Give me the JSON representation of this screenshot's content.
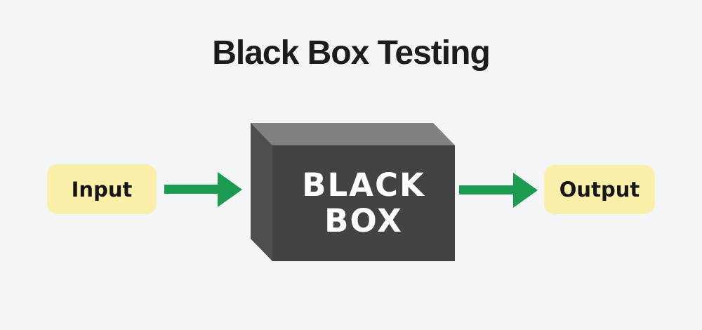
{
  "title": "Black Box Testing",
  "diagram": {
    "input_label": "Input",
    "output_label": "Output",
    "box_label_line1": "BLACK",
    "box_label_line2": "BOX"
  },
  "icons": {
    "left_arrow": "right-arrow-icon",
    "right_arrow": "right-arrow-icon"
  },
  "colors": {
    "background": "#f3f5f6",
    "label_bg": "#faf0aa",
    "arrow_green": "#1a9b50",
    "box_front": "#434343",
    "box_left": "#4e4e4e",
    "box_top": "#818181",
    "title_text": "#1c1c1c",
    "label_text": "#161616",
    "box_text": "#ffffff"
  }
}
